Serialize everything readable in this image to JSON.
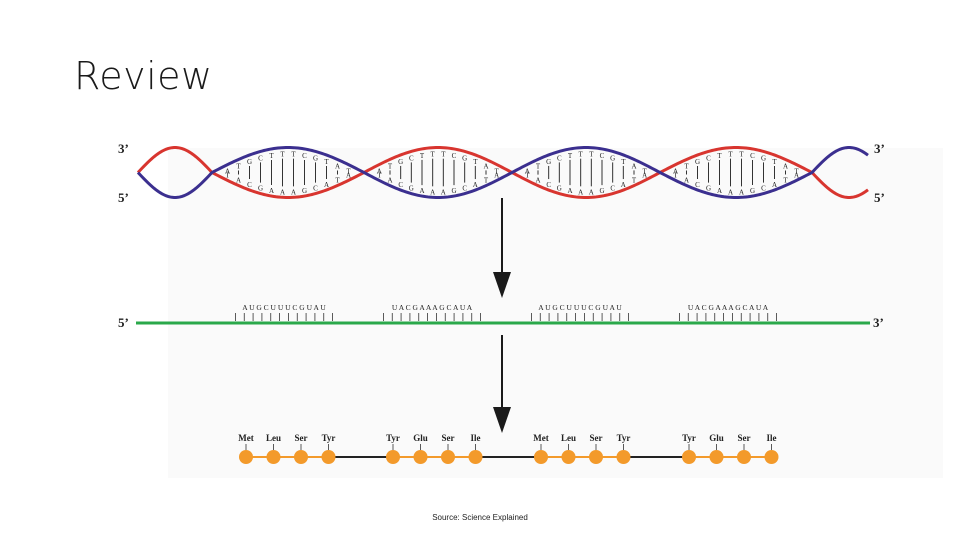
{
  "slide": {
    "title": "Review",
    "source": "Source: Science Explained"
  },
  "diagram": {
    "dna_labels": {
      "left_top": "3’",
      "left_bottom": "5’",
      "right_top": "3’",
      "right_bottom": "5’"
    },
    "mrna_labels": {
      "left": "5’",
      "right": "3’"
    },
    "dna_top_strands": [
      "ATGCTTTCGTAT",
      "ATGCTTTCGTAT",
      "ATGCTTTCGTAT",
      "ATGCTTTCGTAT"
    ],
    "dna_bottom_strands": [
      "TACGAAAGCATA",
      "TACGAAAGCATA",
      "TACGAAAGCATA",
      "TACGAAAGCATA"
    ],
    "mrna_segments": [
      "A U G C U U U C G U A U",
      "U A C G A A A G C A U A",
      "A U G C U U U C G U A U",
      "U A C G A A A G C A U A"
    ],
    "amino_acid_groups": [
      [
        "Met",
        "Leu",
        "Ser",
        "Tyr"
      ],
      [
        "Tyr",
        "Glu",
        "Ser",
        "Ile"
      ],
      [
        "Met",
        "Leu",
        "Ser",
        "Tyr"
      ],
      [
        "Tyr",
        "Glu",
        "Ser",
        "Ile"
      ]
    ],
    "colors": {
      "strand_red": "#d8352f",
      "strand_blue": "#3b2f8f",
      "mrna_green": "#2aa84a",
      "amino_orange": "#f39a2b",
      "arrow": "#1a1a1a"
    }
  }
}
